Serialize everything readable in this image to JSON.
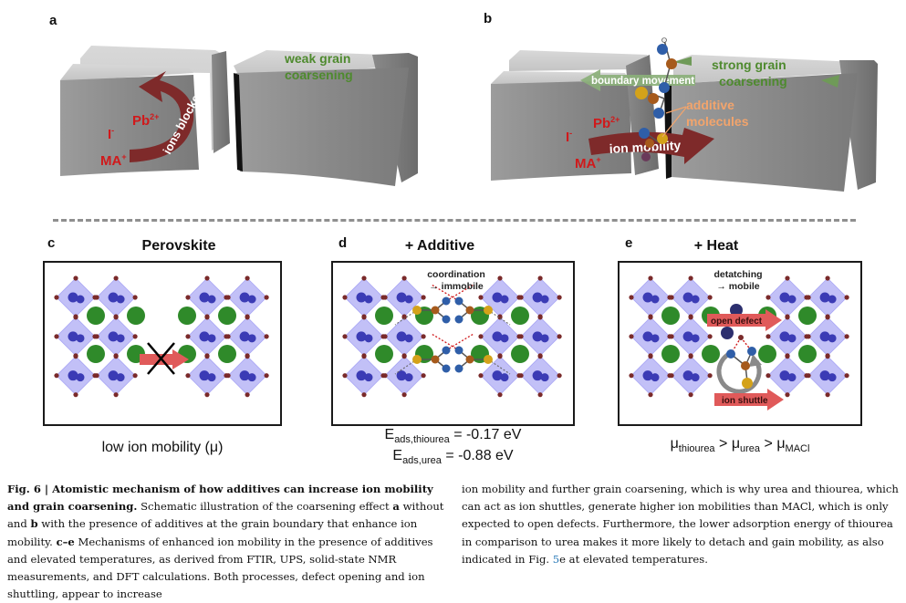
{
  "figure": {
    "panels": {
      "a": {
        "letter": "a",
        "ions": {
          "pb": "Pb",
          "pb_sup": "2+",
          "i": "I",
          "i_sup": "-",
          "ma": "MA",
          "ma_sup": "+"
        },
        "arrow_label": "ions blocked",
        "grain_label_1": "weak grain",
        "grain_label_2": "coarsening"
      },
      "b": {
        "letter": "b",
        "ions": {
          "pb": "Pb",
          "pb_sup": "2+",
          "i": "I",
          "i_sup": "-",
          "ma": "MA",
          "ma_sup": "+"
        },
        "boundary_label": "boundary movement",
        "grain_label_1": "strong grain",
        "grain_label_2": "coarsening",
        "additive_label_1": "additive",
        "additive_label_2": "molecules",
        "mobility_label": "ion mobility"
      },
      "c": {
        "letter": "c",
        "title": "Perovskite",
        "caption_text": "low ion mobility (μ)"
      },
      "d": {
        "letter": "d",
        "title": "+ Additive",
        "note_1": "coordination",
        "note_2": "→ immobile",
        "energy_1_sym": "E",
        "energy_1_sub": "ads,thiourea",
        "energy_1_val": "= -0.17 eV",
        "energy_2_sym": "E",
        "energy_2_sub": "ads,urea",
        "energy_2_val": "= -0.88 eV"
      },
      "e": {
        "letter": "e",
        "title": "+ Heat",
        "note_1": "detatching",
        "note_2": "→ mobile",
        "arrow_1": "open defect",
        "arrow_2": "ion shuttle",
        "mu": "μ",
        "sub_1": "thiourea",
        "sub_2": "urea",
        "sub_3": "MACl",
        "gt": ">"
      }
    },
    "colors": {
      "ion_red": "#d0191b",
      "arrow_maroon": "#7e2a2a",
      "grain_green": "#4e8a2e",
      "additive_orange": "#f2a46c",
      "octahedron_blue": "#8f8cf0",
      "cation_green": "#2f8a2a",
      "arrow_red": "#e05a5a",
      "link_blue": "#2a7ab8"
    }
  },
  "caption": {
    "fig_label": "Fig. 6 | Atomistic mechanism of how additives can increase ion mobility and grain coarsening.",
    "col1_part1": " Schematic illustration of the coarsening effect ",
    "col1_a": "a",
    "col1_part2": " without and ",
    "col1_b": "b",
    "col1_part3": " with the presence of additives at the grain boundary that enhance ion mobility. ",
    "col1_ce": "c–e",
    "col1_part4": " Mechanisms of enhanced ion mobility in the presence of additives and elevated temperatures, as derived from FTIR, UPS, solid-state NMR measurements, and DFT calculations. Both processes, defect opening and ion shuttling, appear to increase",
    "col2_part1": "ion mobility and further grain coarsening, which is why urea and thiourea, which can act as ion shuttles, generate higher ion mobilities than MACl, which is only expected to open defects. Furthermore, the lower adsorption energy of thiourea in comparison to urea makes it more likely to detach and gain mobility, as also indi­cated in Fig. ",
    "col2_link": "5",
    "col2_part2": "e at elevated temperatures."
  }
}
